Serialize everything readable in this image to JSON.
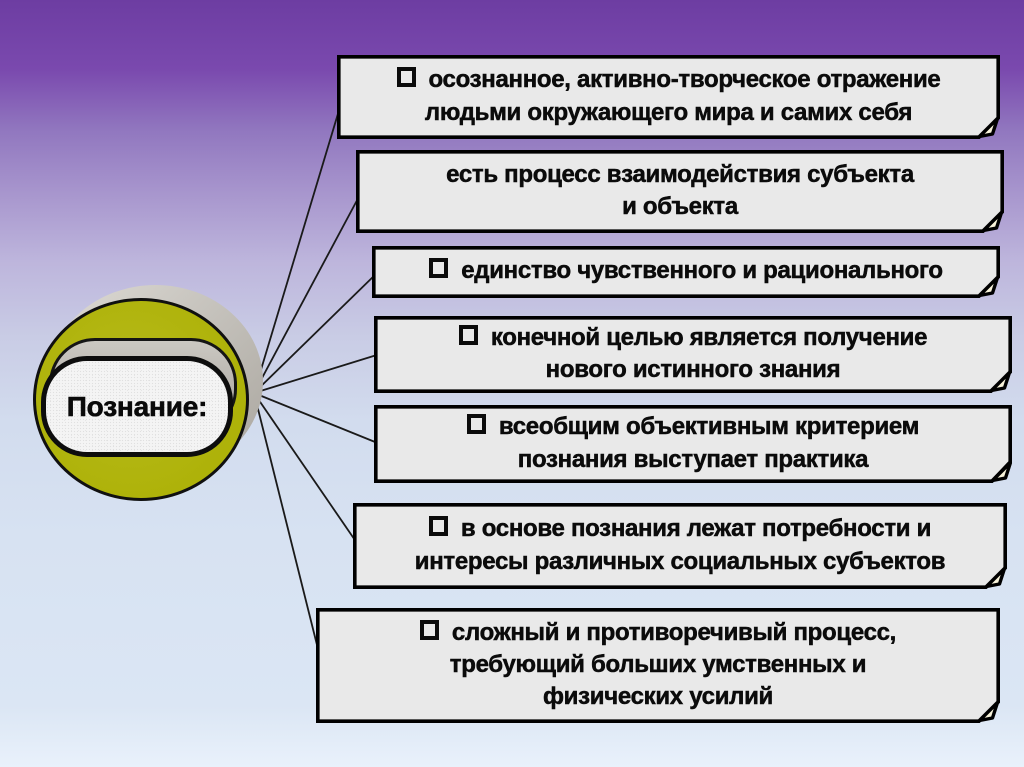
{
  "ellipse": {
    "label": "Познание:"
  },
  "notes": [
    {
      "text": "осознанное, активно-творческое отражение\nлюдьми окружающего мира и самих себя",
      "bullet": true
    },
    {
      "text": "есть процесс взаимодействия субъекта\nи объекта",
      "bullet": false
    },
    {
      "text": "единство чувственного и рационального",
      "bullet": true
    },
    {
      "text": "конечной целью является получение\nнового истинного знания",
      "bullet": true
    },
    {
      "text": "всеобщим объективным критерием\nпознания выступает практика",
      "bullet": true
    },
    {
      "text": "в основе познания лежат потребности и\nинтересы различных социальных субъектов",
      "bullet": true
    },
    {
      "text": "сложный и противоречивый процесс,\nтребующий больших умственных и\nфизических усилий",
      "bullet": true
    }
  ],
  "colors": {
    "background_top": "#6d3da2",
    "background_bottom": "#e9f1fb",
    "ellipse_fill": "#aeb209",
    "ellipse_shadow": "#c6c3bd",
    "note_fill": "#e9e9e9",
    "outline": "#000000"
  }
}
